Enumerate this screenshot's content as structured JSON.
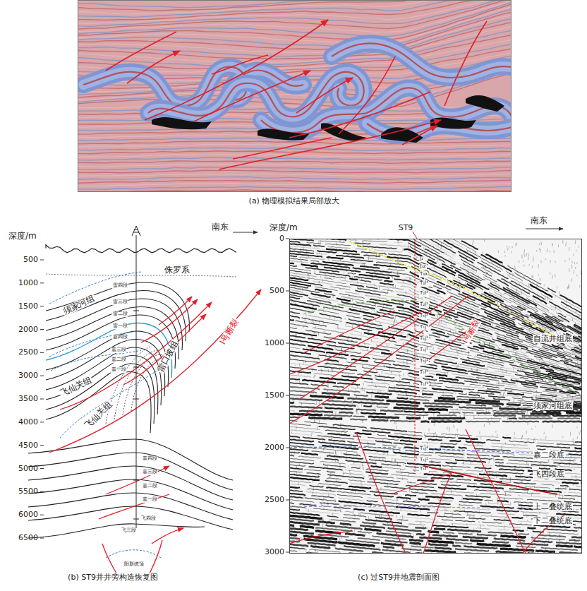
{
  "diagram": {
    "labels": [
      "(a) 物理模拟结果局部放大",
      "深度/m",
      "南东",
      "500",
      "1000",
      "1500",
      "2000",
      "2500",
      "3000",
      "3500",
      "4000",
      "4500",
      "5000",
      "5500",
      "6000",
      "6500",
      "侏罗系",
      "须家河组",
      "飞仙关组",
      "飞仙关组",
      "雷口坡组",
      "I号断裂",
      "雷四段",
      "雷三段",
      "雷二段",
      "雷一段",
      "嘉四段",
      "嘉三段",
      "嘉二段",
      "嘉一段",
      "嘉四段",
      "嘉三段",
      "嘉二段",
      "嘉一段",
      "飞四段",
      "飞三段",
      "阳新统顶",
      "(b) ST9井井旁构造恢复图",
      "深度/m",
      "ST9",
      "南东",
      "0",
      "500",
      "1000",
      "1500",
      "2000",
      "2500",
      "3000",
      "自流井组底",
      "须家河组底",
      "嘉二段底",
      "飞四段底",
      "上二叠统底",
      "下二叠统底",
      "I号断裂",
      "J₂",
      "J₁z",
      "T₃x",
      "T₂l⁴",
      "T₂l³",
      "T₂l¹",
      "T₁j⁵",
      "T₁j⁴",
      "T₁j³",
      "T₁j²",
      "T₁j¹",
      "T₁f⁴",
      "T₁f³",
      "T₁j⁴",
      "T₁j²",
      "T₁f⁴",
      "(c) 过ST9井地震剖面图"
    ]
  }
}
